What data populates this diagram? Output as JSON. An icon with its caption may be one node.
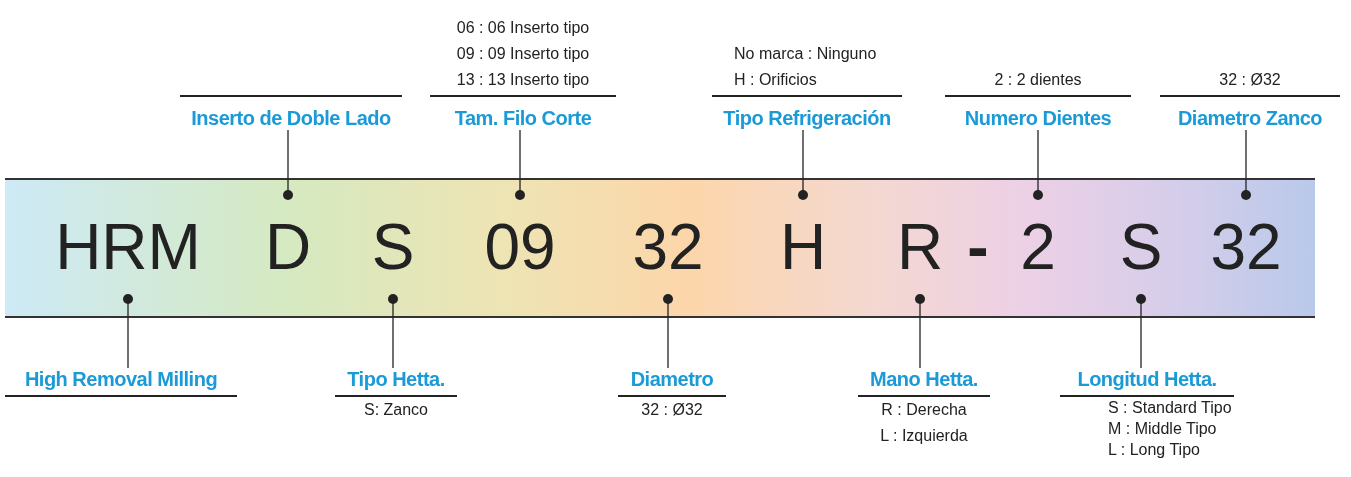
{
  "diagram": {
    "nodes": [
      {
        "text": [
          "Inserto de Doble Lado"
        ]
      },
      {
        "text": [
          "06 : 06 Inserto tipo",
          "09 : 09 Inserto tipo",
          "13 : 13 Inserto tipo",
          "Tam. Filo Corte"
        ]
      },
      {
        "text": [
          "No marca : Ninguno",
          "H : Orificios",
          "Tipo Refrigeración"
        ]
      },
      {
        "text": [
          "2 : 2 dientes",
          "Numero Dientes"
        ]
      },
      {
        "text": [
          "32 : Ø32",
          "Diametro Zanco"
        ]
      },
      {
        "text": [],
        "shape": "bar"
      },
      {
        "text": [
          "HRM"
        ],
        "in": 5
      },
      {
        "text": [
          "D"
        ],
        "in": 5
      },
      {
        "text": [
          "S"
        ],
        "in": 5
      },
      {
        "text": [
          "09"
        ],
        "in": 5
      },
      {
        "text": [
          "32"
        ],
        "in": 5
      },
      {
        "text": [
          "H"
        ],
        "in": 5
      },
      {
        "text": [
          "R"
        ],
        "in": 5
      },
      {
        "text": [
          "-"
        ],
        "in": 5
      },
      {
        "text": [
          "2"
        ],
        "in": 5
      },
      {
        "text": [
          "S"
        ],
        "in": 5
      },
      {
        "text": [
          "32"
        ],
        "in": 5
      },
      {
        "text": [
          "High Removal Milling"
        ]
      },
      {
        "text": [
          "Tipo Hetta.",
          "S: Zanco"
        ]
      },
      {
        "text": [
          "Diametro",
          "32 : Ø32"
        ]
      },
      {
        "text": [
          "Mano Hetta.",
          "R : Derecha",
          "L : Izquierda"
        ]
      },
      {
        "text": [
          "Longitud Hetta.",
          "S : Standard Tipo",
          "M : Middle Tipo",
          "L : Long Tipo"
        ]
      }
    ],
    "edges": [
      {
        "from": 0,
        "to": 7,
        "arrow": "other"
      },
      {
        "from": 1,
        "to": 9,
        "arrow": "other"
      },
      {
        "from": 2,
        "to": 11,
        "arrow": "other"
      },
      {
        "from": 3,
        "to": 14,
        "arrow": "other"
      },
      {
        "from": 4,
        "to": 16,
        "arrow": "other"
      },
      {
        "from": 17,
        "to": 6,
        "arrow": "other"
      },
      {
        "from": 18,
        "to": 8,
        "arrow": "other"
      },
      {
        "from": 19,
        "to": 10,
        "arrow": "other"
      },
      {
        "from": 20,
        "to": 12,
        "arrow": "other"
      },
      {
        "from": 21,
        "to": 15,
        "arrow": "other"
      }
    ]
  }
}
